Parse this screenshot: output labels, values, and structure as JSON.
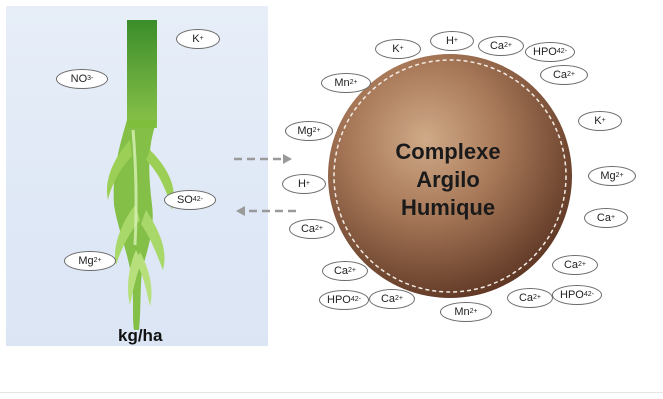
{
  "diagram": {
    "plant_label": "kg/ha",
    "complex_label_lines": [
      "Complexe",
      "Argilo",
      "Humique"
    ],
    "plant_ions": [
      {
        "base": "K",
        "sup": "+",
        "sub": ""
      },
      {
        "base": "NO",
        "sub": "3",
        "sup": "-"
      },
      {
        "base": "SO",
        "sub": "4",
        "sup": "2-"
      },
      {
        "base": "Mg",
        "sup": "2+",
        "sub": ""
      }
    ],
    "complex_ions": [
      {
        "base": "K",
        "sup": "+",
        "sub": ""
      },
      {
        "base": "H",
        "sup": "+",
        "sub": ""
      },
      {
        "base": "Ca",
        "sup": "2+",
        "sub": ""
      },
      {
        "base": "HPO",
        "sup": "",
        "sub": "4",
        "sub2": "2-"
      },
      {
        "base": "Mn",
        "sup": "2+",
        "sub": ""
      },
      {
        "base": "Ca",
        "sup": "2+",
        "sub": ""
      },
      {
        "base": "Mg",
        "sup": "2+",
        "sub": ""
      },
      {
        "base": "K",
        "sup": "+",
        "sub": ""
      },
      {
        "base": "H",
        "sup": "+",
        "sub": ""
      },
      {
        "base": "Mg",
        "sup": "2+",
        "sub": ""
      },
      {
        "base": "Ca",
        "sup": "2+",
        "sub": ""
      },
      {
        "base": "Ca",
        "sup": "+",
        "sub": ""
      },
      {
        "base": "Ca",
        "sup": "2+",
        "sub": ""
      },
      {
        "base": "Ca",
        "sup": "2+",
        "sub": ""
      },
      {
        "base": "HPO",
        "sup": "",
        "sub": "4",
        "sub2": "2-"
      },
      {
        "base": "Ca",
        "sup": "2+",
        "sub": ""
      },
      {
        "base": "Mn",
        "sup": "2+",
        "sub": ""
      },
      {
        "base": "Ca",
        "sup": "2+",
        "sub": ""
      },
      {
        "base": "HPO",
        "sup": "",
        "sub": "4",
        "sub2": "2-"
      }
    ],
    "colors": {
      "panel": "#e2eaf6",
      "plant": "#6fae2d",
      "complex_center": "#b98b6a",
      "complex_edge": "#5b3422",
      "arrow": "#9a9a9a"
    }
  }
}
